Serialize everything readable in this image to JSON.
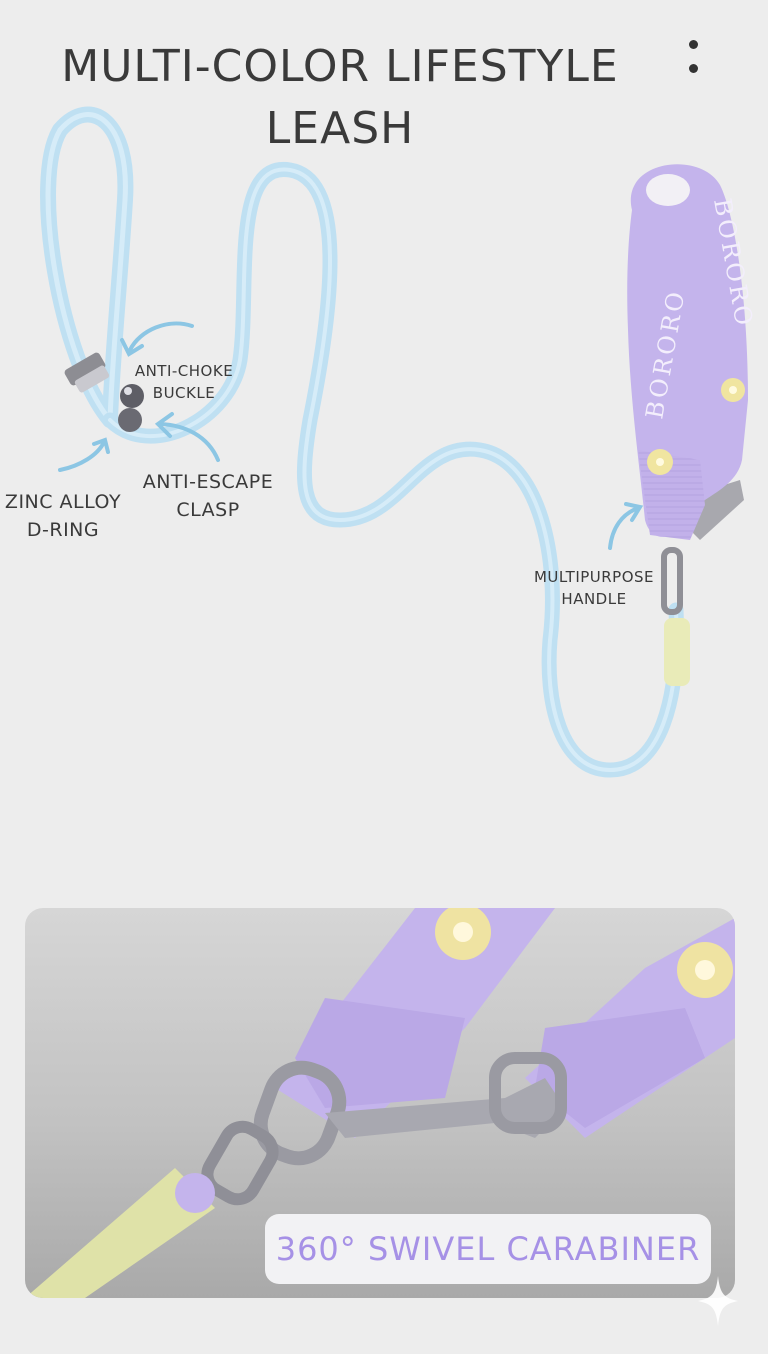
{
  "header": {
    "title": "MULTI-COLOR LIFESTYLE LEASH",
    "menu_icon": "more-vertical-icon"
  },
  "callouts": {
    "anti_choke_line1": "ANTI-CHOKE",
    "anti_choke_line2": "BUCKLE",
    "anti_escape_line1": "ANTI-ESCAPE",
    "anti_escape_line2": "CLASP",
    "zinc_line1": "ZINC ALLOY",
    "zinc_line2": "D-RING",
    "handle_line1": "MULTIPURPOSE",
    "handle_line2": "HANDLE"
  },
  "handle_brand": "BORORO",
  "photo": {
    "label": "360° SWIVEL CARABINER"
  },
  "colors": {
    "rope": "#bfe0f2",
    "handle": "#c4b4ec",
    "accent_text": "#a691e6",
    "arrow": "#8cc6e4",
    "sleeve": "#e9ebb8"
  }
}
